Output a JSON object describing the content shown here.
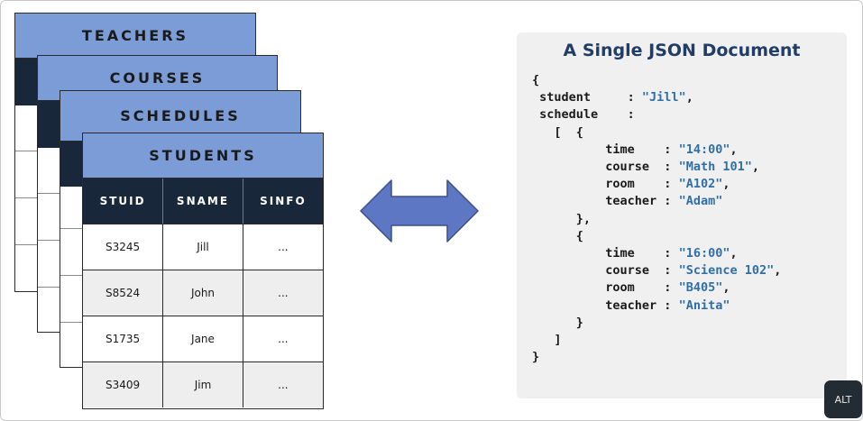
{
  "tables": {
    "teachers": {
      "title": "TEACHERS"
    },
    "courses": {
      "title": "COURSES"
    },
    "schedules": {
      "title": "SCHEDULES"
    },
    "students": {
      "title": "STUDENTS",
      "columns": [
        "STUID",
        "SNAME",
        "SINFO"
      ],
      "rows": [
        [
          "S3245",
          "Jill",
          "..."
        ],
        [
          "S8524",
          "John",
          "..."
        ],
        [
          "S1735",
          "Jane",
          "..."
        ],
        [
          "S3409",
          "Jim",
          "..."
        ]
      ]
    }
  },
  "arrow": {
    "icon": "double-headed-arrow-icon",
    "color": "#5e77c5"
  },
  "json_panel": {
    "title": "A Single JSON Document",
    "lines": [
      [
        {
          "t": "{"
        }
      ],
      [
        {
          "t": " student     : "
        },
        {
          "t": "\"Jill\"",
          "v": true
        },
        {
          "t": ","
        }
      ],
      [
        {
          "t": " schedule    :"
        }
      ],
      [
        {
          "t": "   [  {"
        }
      ],
      [
        {
          "t": "          time    : "
        },
        {
          "t": "\"14:00\"",
          "v": true
        },
        {
          "t": ","
        }
      ],
      [
        {
          "t": "          course  : "
        },
        {
          "t": "\"Math 101\"",
          "v": true
        },
        {
          "t": ","
        }
      ],
      [
        {
          "t": "          room    : "
        },
        {
          "t": "\"A102\"",
          "v": true
        },
        {
          "t": ","
        }
      ],
      [
        {
          "t": "          teacher : "
        },
        {
          "t": "\"Adam\"",
          "v": true
        }
      ],
      [
        {
          "t": "      },"
        }
      ],
      [
        {
          "t": "      {"
        }
      ],
      [
        {
          "t": "          time    : "
        },
        {
          "t": "\"16:00\"",
          "v": true
        },
        {
          "t": ","
        }
      ],
      [
        {
          "t": "          course  : "
        },
        {
          "t": "\"Science 102\"",
          "v": true
        },
        {
          "t": ","
        }
      ],
      [
        {
          "t": "          room    : "
        },
        {
          "t": "\"B405\"",
          "v": true
        },
        {
          "t": ","
        }
      ],
      [
        {
          "t": "          teacher : "
        },
        {
          "t": "\"Anita\"",
          "v": true
        }
      ],
      [
        {
          "t": "      }"
        }
      ],
      [
        {
          "t": "   ]"
        }
      ],
      [
        {
          "t": "}"
        }
      ]
    ]
  },
  "alt_button": {
    "label": "ALT"
  }
}
